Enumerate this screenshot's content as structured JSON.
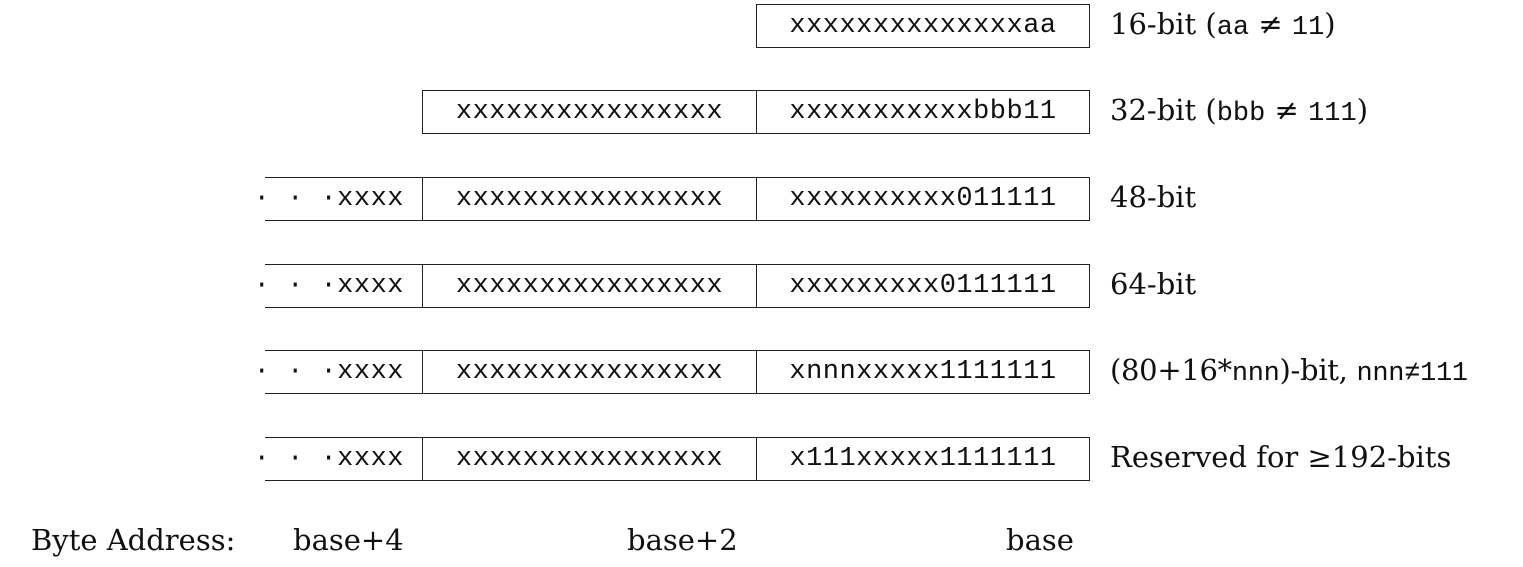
{
  "rows": [
    {
      "cells": [
        "",
        "",
        "xxxxxxxxxxxxxxaa"
      ],
      "label": {
        "pre": "16-bit (",
        "m1": "aa",
        "op": " ≠ ",
        "m2": "11",
        "post": ")"
      }
    },
    {
      "cells": [
        "",
        "xxxxxxxxxxxxxxxx",
        "xxxxxxxxxxxbbb11"
      ],
      "label": {
        "pre": "32-bit (",
        "m1": "bbb",
        "op": " ≠ ",
        "m2": "111",
        "post": ")"
      }
    },
    {
      "cells": [
        "· · ·xxxx",
        "xxxxxxxxxxxxxxxx",
        "xxxxxxxxxx011111"
      ],
      "label": {
        "pre": "48-bit",
        "m1": "",
        "op": "",
        "m2": "",
        "post": ""
      }
    },
    {
      "cells": [
        "· · ·xxxx",
        "xxxxxxxxxxxxxxxx",
        "xxxxxxxxx0111111"
      ],
      "label": {
        "pre": "64-bit",
        "m1": "",
        "op": "",
        "m2": "",
        "post": ""
      }
    },
    {
      "cells": [
        "· · ·xxxx",
        "xxxxxxxxxxxxxxxx",
        "xnnnxxxxx1111111"
      ],
      "label": {
        "pre": "(80+16*",
        "m1": "nnn",
        "op": ")-bit, ",
        "m2": "nnn",
        "post": "≠111"
      }
    },
    {
      "cells": [
        "· · ·xxxx",
        "xxxxxxxxxxxxxxxx",
        "x111xxxxx1111111"
      ],
      "label": {
        "pre": "Reserved for ≥192-bits",
        "m1": "",
        "op": "",
        "m2": "",
        "post": ""
      }
    }
  ],
  "byte_address": {
    "title": "Byte Address:",
    "addresses": [
      "base+4",
      "base+2",
      "base"
    ]
  }
}
